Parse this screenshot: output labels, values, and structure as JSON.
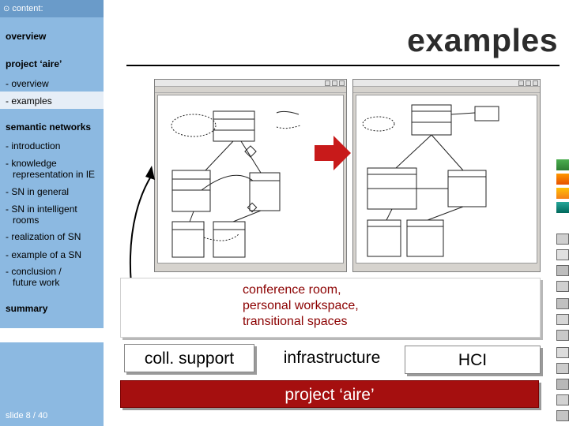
{
  "sidebar": {
    "top_label": "content:",
    "sections": [
      {
        "heading": "overview"
      },
      {
        "heading": "project ‘aire’"
      },
      {
        "heading": "semantic networks"
      },
      {
        "heading": "summary"
      }
    ],
    "project_items": [
      "- overview",
      "- examples"
    ],
    "sn_items": [
      {
        "line1": "- introduction"
      },
      {
        "line1": "- knowledge",
        "line2": "representation in IE"
      },
      {
        "line1": "- SN in general"
      },
      {
        "line1": "- SN in intelligent",
        "line2": "rooms"
      },
      {
        "line1": "- realization of SN"
      },
      {
        "line1": "- example of a SN"
      },
      {
        "line1": "- conclusion /",
        "line2": "future work"
      }
    ],
    "slide_number": "slide 8 / 40"
  },
  "main": {
    "title": "examples",
    "description": {
      "line1": "conference room,",
      "line2": "personal workspace,",
      "line3": "transitional spaces"
    },
    "labels": {
      "coll_support": "coll. support",
      "infrastructure": "infrastructure",
      "hci": "HCI"
    },
    "project_bar": "project ‘aire’"
  },
  "colors": {
    "sidebar_blue": "#8cb9e1",
    "sidebar_top": "#6a9bc9",
    "accent_red": "#a50f0f",
    "text_dark_red": "#8b0000"
  }
}
